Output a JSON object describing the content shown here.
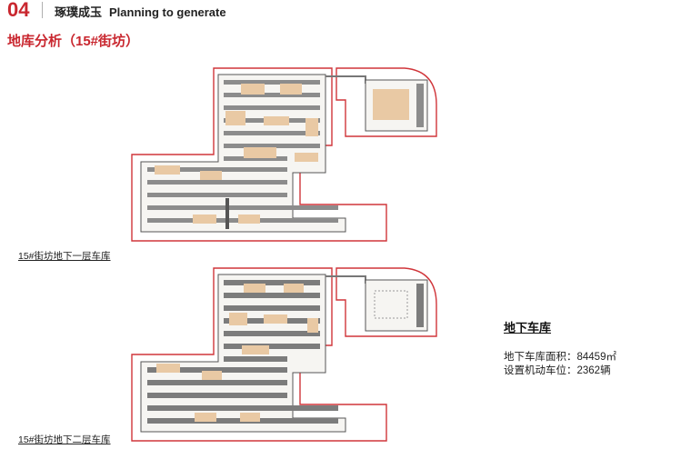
{
  "header": {
    "chapter_number": "04",
    "chapter_title_cn": "琢璞成玉",
    "chapter_title_en": "Planning to generate"
  },
  "section_title": "地库分析（15#街坊）",
  "plans": [
    {
      "caption": "15#街坊地下一层车库"
    },
    {
      "caption": "15#街坊地下二层车库"
    }
  ],
  "summary": {
    "title": "地下车库",
    "area_line": "地下车库面积：84459㎡",
    "spaces_line": "设置机动车位：2362辆"
  },
  "colors": {
    "accent_red": "#c9272f",
    "building_tan": "#e9c9a4",
    "parking_gray": "#8c8c8c",
    "boundary_red": "#d0353a"
  }
}
